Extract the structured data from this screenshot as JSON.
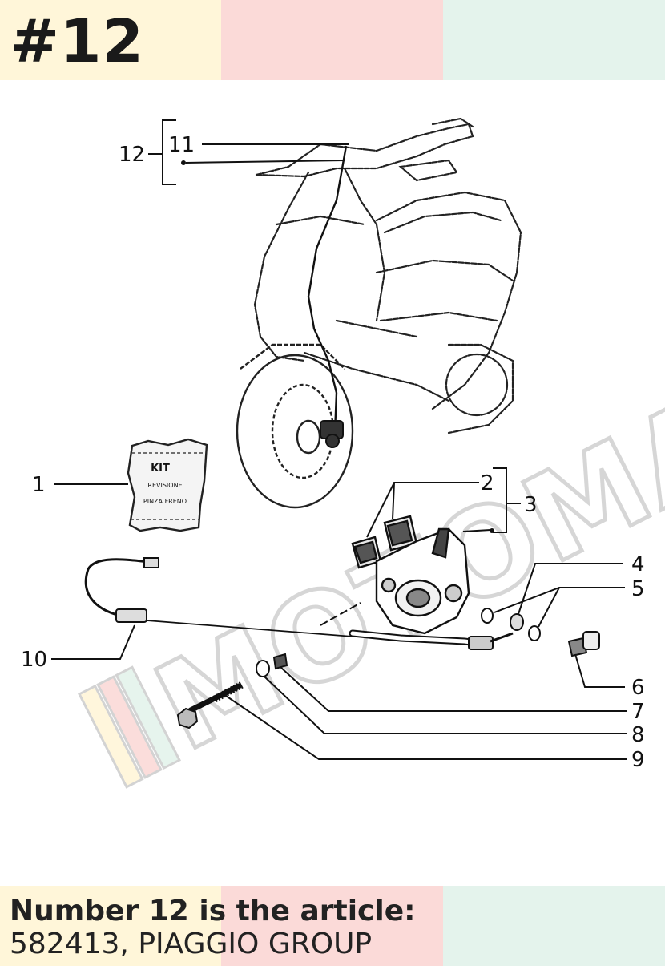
{
  "header": {
    "title": "#12",
    "band_colors": [
      "#fff6d9",
      "#fbdad8",
      "#e4f3ec"
    ]
  },
  "diagram": {
    "callouts": [
      "1",
      "2",
      "3",
      "4",
      "5",
      "6",
      "7",
      "8",
      "9",
      "10",
      "11",
      "12"
    ],
    "kit_label": {
      "line1": "KIT",
      "line2": "REVISIONE",
      "line3": "PINZA FRENO"
    },
    "watermark": {
      "text": "MOTOMACCHIA",
      "stripe_colors": [
        "#fff6d9",
        "#fbdad8",
        "#e4f3ec"
      ]
    }
  },
  "footer": {
    "caption_line1": "Number 12 is the article:",
    "caption_line2": "582413, PIAGGIO GROUP",
    "band_colors": [
      "#fff6d9",
      "#fbdad8",
      "#e4f3ec"
    ]
  }
}
